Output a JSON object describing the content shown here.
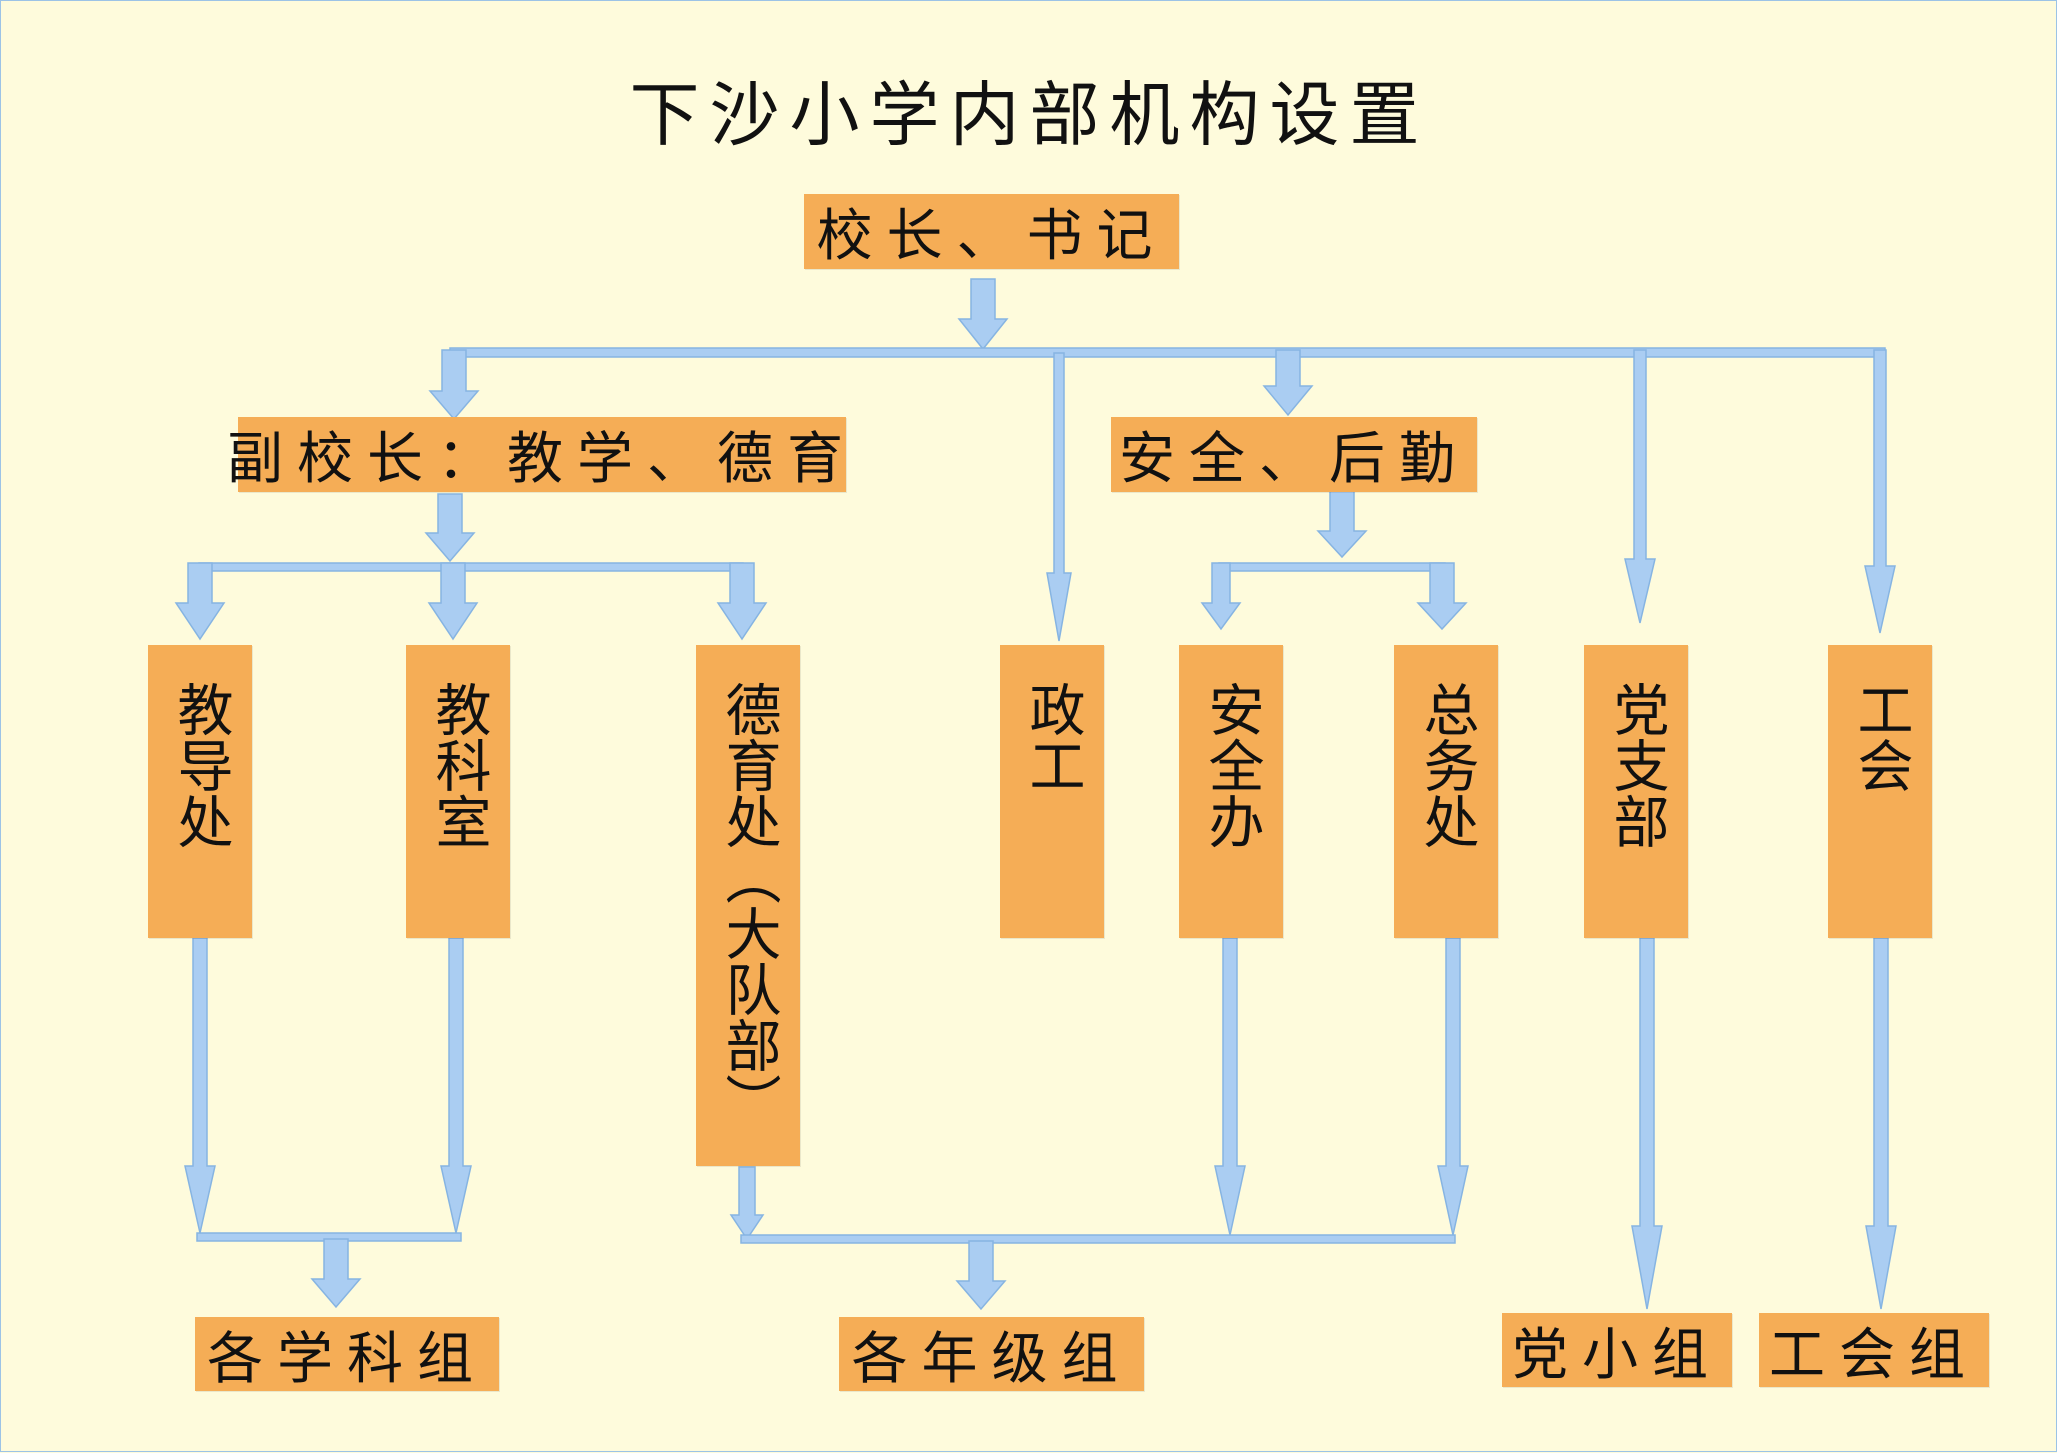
{
  "title": "下沙小学内部机构设置",
  "nodes": {
    "principal": "校长、书记",
    "vice_principal": "副校长：教学、德育",
    "safety_logistics": "安全、后勤",
    "teaching_office": "教导处",
    "research_office": "教科室",
    "moral_office": "德育处（大队部）",
    "political_work": "政工",
    "safety_office": "安全办",
    "general_affairs": "总务处",
    "party_branch": "党支部",
    "union": "工会",
    "subject_groups": "各学科组",
    "grade_groups": "各年级组",
    "party_groups": "党小组",
    "union_groups": "工会组"
  },
  "colors": {
    "background": "#fefbdc",
    "box": "#f5ad56",
    "arrow": "#aacdf2",
    "arrow_stroke": "#86b4e2"
  }
}
